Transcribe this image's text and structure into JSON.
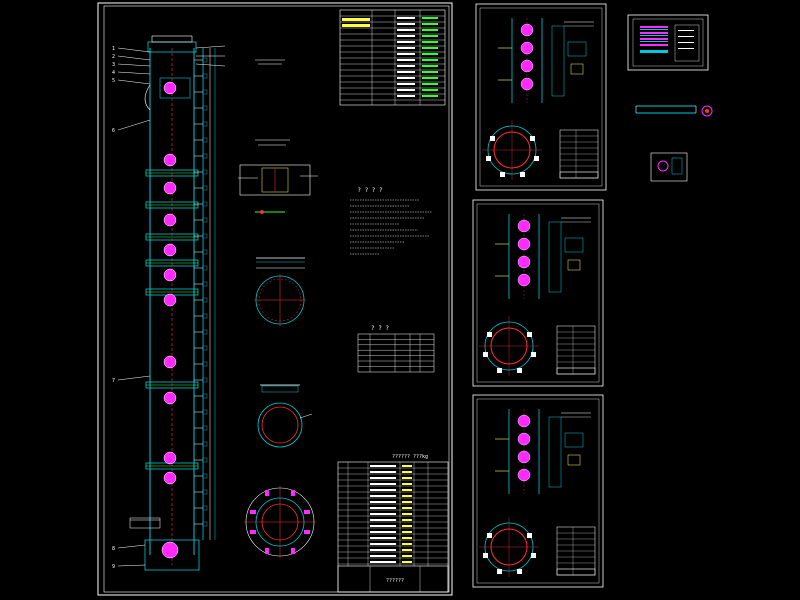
{
  "colors": {
    "background": "#000000",
    "frame": "#ffffff",
    "cyan": "#00c8d8",
    "magenta": "#ff2aff",
    "red": "#ff3030",
    "yellow": "#ffff40",
    "green": "#30ff30",
    "blue": "#3060ff",
    "grey": "#a0a0a0"
  },
  "sheets": [
    {
      "id": "main",
      "role": "tower-assembly-drawing",
      "tag": "白色外框"
    },
    {
      "id": "detail-1",
      "role": "detail-sheet"
    },
    {
      "id": "detail-2",
      "role": "detail-sheet"
    },
    {
      "id": "detail-3",
      "role": "detail-sheet"
    },
    {
      "id": "thumbnail",
      "role": "overview-thumbnail"
    }
  ],
  "main_sheet": {
    "section_heading": "? ? ? ?",
    "parts_heading": "? ? ?",
    "weight_note": "?????? ???kg",
    "title_block_name": "??????"
  },
  "icons": {
    "nozzle": "circle-nozzle-icon",
    "section_view": "ring-section-icon",
    "flange": "flange-icon"
  }
}
